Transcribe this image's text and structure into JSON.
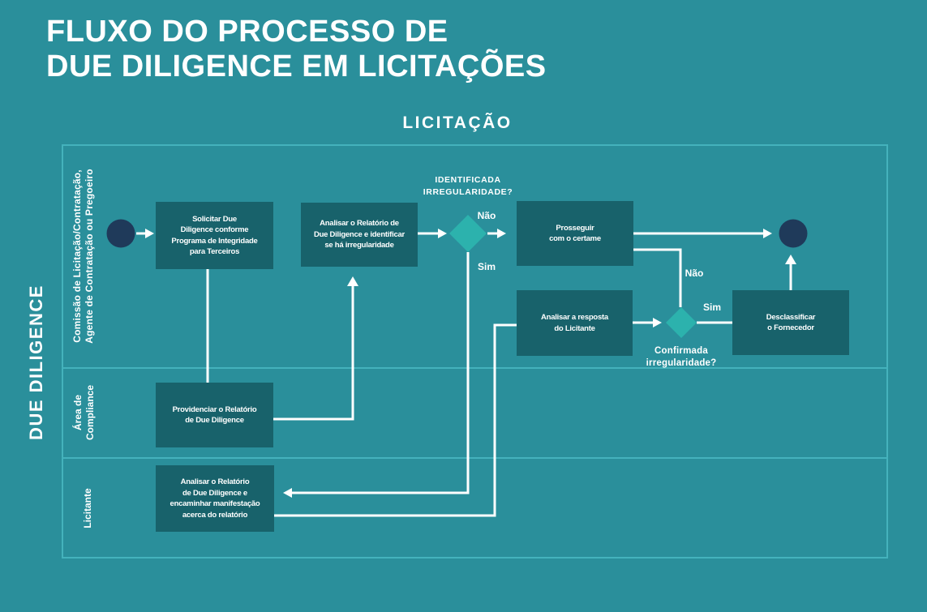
{
  "title": "FLUXO DO PROCESSO DE\nDUE DILIGENCE EM LICITAÇÕES",
  "header": {
    "column_label": "LICITAÇÃO",
    "side_label": "DUE DILIGENCE"
  },
  "lanes": {
    "lane1": "Comissão de Licitação/Contratação,\nAgente de Contratação ou Pregoeiro",
    "lane2": "Área de\nCompliance",
    "lane3": "Licitante"
  },
  "nodes": {
    "solicitar": "Solicitar Due\nDiligence conforme\nPrograma de Integridade\npara Terceiros",
    "analisar_relatorio": "Analisar o Relatório de\nDue Diligence e identificar\nse há irregularidade",
    "prosseguir": "Prosseguir\ncom o certame",
    "analisar_resposta": "Analisar a resposta\ndo Licitante",
    "desclassificar": "Desclassificar\no Fornecedor",
    "providenciar": "Providenciar o Relatório\nde Due Diligence",
    "licitante_analisar": "Analisar o Relatório\nde Due Diligence e\nencaminhar manifestação\nacerca do relatório"
  },
  "decisions": {
    "identificada": "IDENTIFICADA\nIRREGULARIDADE?",
    "confirmada": "Confirmada\nirregularidade?"
  },
  "edge_labels": {
    "d1_nao": "Não",
    "d1_sim": "Sim",
    "d2_nao": "Não",
    "d2_sim": "Sim"
  },
  "colors": {
    "background": "#2A8F9B",
    "node": "#18626B",
    "decision": "#2CB2AD",
    "terminal": "#1F3A5A",
    "line": "#FFFFFF",
    "lane_border": "#44B2BC",
    "text": "#FFFFFF"
  }
}
